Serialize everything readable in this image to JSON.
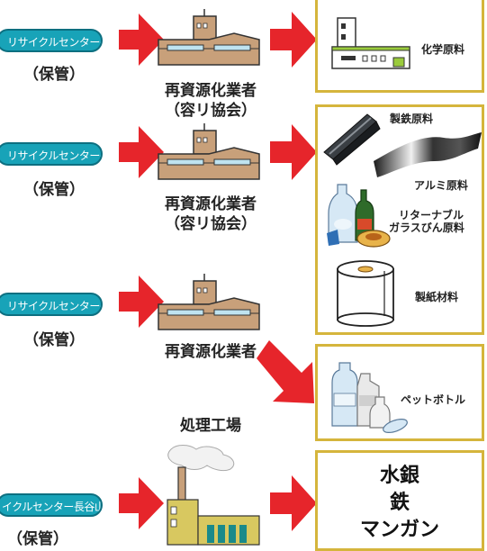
{
  "colors": {
    "arrow": "#e6252b",
    "pill": "#18a3b8",
    "box_border": "#d5b53c",
    "factory": "#c8a07a"
  },
  "rows": [
    {
      "pill": "リサイクルセンター長谷山",
      "storage": "（保管）",
      "processor": [
        "再資源化業者",
        "（容リ協会）"
      ],
      "box_items": [
        "化学原料"
      ],
      "icons": [
        "factory-icon",
        "chemical-plant-icon"
      ]
    },
    {
      "pill": "リサイクルセンター長谷山",
      "storage": "（保管）",
      "processor": [
        "再資源化業者",
        "（容リ協会）"
      ],
      "box_items": [
        "製鉄原料",
        "アルミ原料",
        "リターナブル",
        "ガラスびん原料",
        "製紙材料"
      ],
      "icons": [
        "steel-bar-icon",
        "aluminum-sheet-icon",
        "glass-bottles-icon",
        "paper-roll-icon"
      ]
    },
    {
      "pill": "リサイクルセンター長谷山",
      "storage": "（保管）",
      "processor": [
        "再資源化業者"
      ],
      "box_items": [
        "ペットボトル"
      ],
      "icons": [
        "pet-bottles-icon"
      ]
    },
    {
      "pill": "イクルセンター長谷山",
      "storage": "（保管）",
      "processor": [
        "処理工場"
      ],
      "box_items": [
        "水銀",
        "鉄",
        "マンガン"
      ],
      "icons": [
        "incineration-plant-icon"
      ]
    }
  ]
}
